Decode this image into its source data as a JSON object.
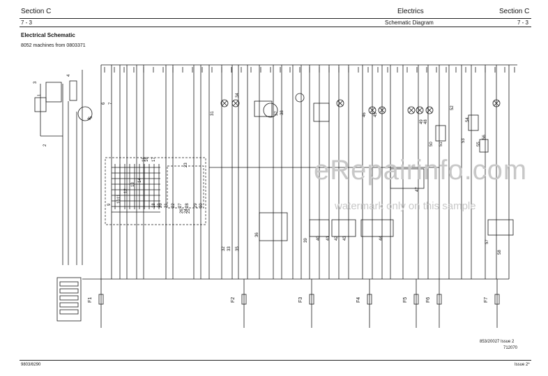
{
  "header": {
    "section_left": "Section C",
    "page_left": "7 - 3",
    "title_center": "Electrics",
    "subtitle_center": "Schematic Diagram",
    "section_right": "Section C",
    "page_right": "7 - 3"
  },
  "heading": {
    "title": "Electrical Schematic",
    "serial": "8052 machines from 0803371"
  },
  "watermark": {
    "site": "eRepairinfo.com",
    "note": "watermark only on this sample"
  },
  "footer": {
    "drawing_no": "853/20027 Issue 2",
    "drawing_code": "712070",
    "publication": "9803/8290",
    "issue": "Issue 2*"
  },
  "fuse_labels": [
    "F1",
    "F2",
    "F3",
    "F4",
    "F5",
    "F6",
    "F7"
  ],
  "component_numbers": [
    "1",
    "2",
    "3",
    "4",
    "5",
    "6",
    "7",
    "8",
    "9",
    "10",
    "11",
    "12",
    "13",
    "14",
    "15",
    "16",
    "17",
    "18",
    "19",
    "20",
    "21",
    "22",
    "23",
    "24",
    "25",
    "26",
    "27",
    "28",
    "29",
    "30",
    "31",
    "32",
    "33",
    "34",
    "35",
    "36",
    "37",
    "38",
    "39",
    "40",
    "41",
    "42",
    "43",
    "44",
    "45",
    "46",
    "47",
    "48",
    "49",
    "50",
    "51",
    "52",
    "53",
    "54",
    "55",
    "56",
    "57",
    "58"
  ]
}
